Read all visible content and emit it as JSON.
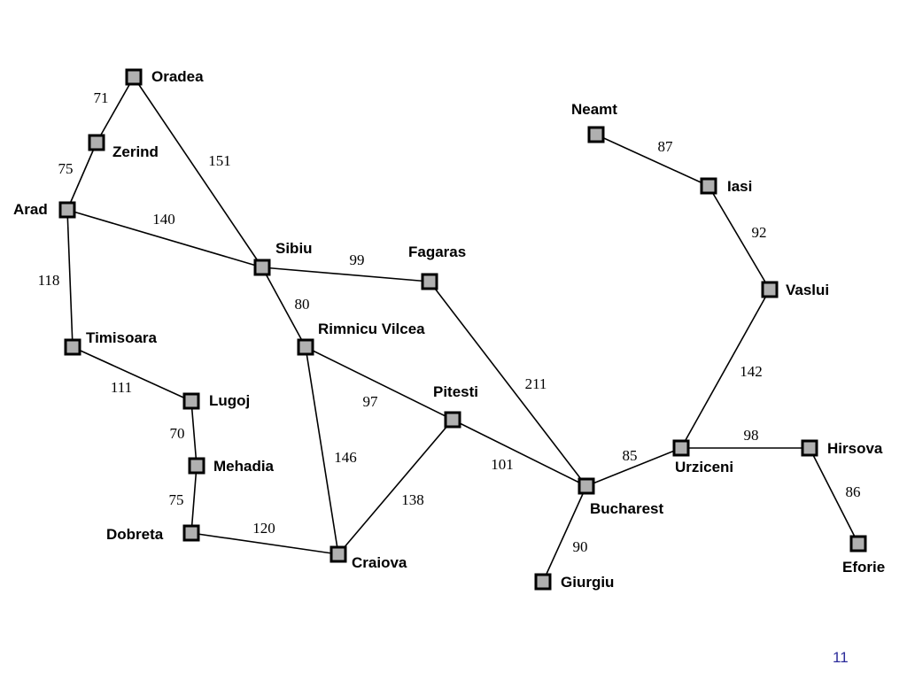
{
  "colors": {
    "node_fill": "#b0b0b0",
    "line": "#000000",
    "page_number": "#2b2b9a"
  },
  "cities": [
    {
      "id": "oradea",
      "name": "Oradea"
    },
    {
      "id": "zerind",
      "name": "Zerind"
    },
    {
      "id": "arad",
      "name": "Arad"
    },
    {
      "id": "timisoara",
      "name": "Timisoara"
    },
    {
      "id": "lugoj",
      "name": "Lugoj"
    },
    {
      "id": "mehadia",
      "name": "Mehadia"
    },
    {
      "id": "dobreta",
      "name": "Dobreta"
    },
    {
      "id": "craiova",
      "name": "Craiova"
    },
    {
      "id": "sibiu",
      "name": "Sibiu"
    },
    {
      "id": "rimnicu",
      "name": "Rimnicu Vilcea"
    },
    {
      "id": "fagaras",
      "name": "Fagaras"
    },
    {
      "id": "pitesti",
      "name": "Pitesti"
    },
    {
      "id": "bucharest",
      "name": "Bucharest"
    },
    {
      "id": "giurgiu",
      "name": "Giurgiu"
    },
    {
      "id": "urziceni",
      "name": "Urziceni"
    },
    {
      "id": "hirsova",
      "name": "Hirsova"
    },
    {
      "id": "eforie",
      "name": "Eforie"
    },
    {
      "id": "vaslui",
      "name": "Vaslui"
    },
    {
      "id": "iasi",
      "name": "Iasi"
    },
    {
      "id": "neamt",
      "name": "Neamt"
    }
  ],
  "roads": [
    {
      "from": "oradea",
      "to": "zerind",
      "distance": "71"
    },
    {
      "from": "zerind",
      "to": "arad",
      "distance": "75"
    },
    {
      "from": "oradea",
      "to": "sibiu",
      "distance": "151"
    },
    {
      "from": "arad",
      "to": "sibiu",
      "distance": "140"
    },
    {
      "from": "arad",
      "to": "timisoara",
      "distance": "118"
    },
    {
      "from": "timisoara",
      "to": "lugoj",
      "distance": "111"
    },
    {
      "from": "lugoj",
      "to": "mehadia",
      "distance": "70"
    },
    {
      "from": "mehadia",
      "to": "dobreta",
      "distance": "75"
    },
    {
      "from": "dobreta",
      "to": "craiova",
      "distance": "120"
    },
    {
      "from": "sibiu",
      "to": "fagaras",
      "distance": "99"
    },
    {
      "from": "sibiu",
      "to": "rimnicu",
      "distance": "80"
    },
    {
      "from": "rimnicu",
      "to": "pitesti",
      "distance": "97"
    },
    {
      "from": "rimnicu",
      "to": "craiova",
      "distance": "146"
    },
    {
      "from": "craiova",
      "to": "pitesti",
      "distance": "138"
    },
    {
      "from": "fagaras",
      "to": "bucharest",
      "distance": "211"
    },
    {
      "from": "pitesti",
      "to": "bucharest",
      "distance": "101"
    },
    {
      "from": "bucharest",
      "to": "giurgiu",
      "distance": "90"
    },
    {
      "from": "bucharest",
      "to": "urziceni",
      "distance": "85"
    },
    {
      "from": "urziceni",
      "to": "hirsova",
      "distance": "98"
    },
    {
      "from": "hirsova",
      "to": "eforie",
      "distance": "86"
    },
    {
      "from": "urziceni",
      "to": "vaslui",
      "distance": "142"
    },
    {
      "from": "vaslui",
      "to": "iasi",
      "distance": "92"
    },
    {
      "from": "iasi",
      "to": "neamt",
      "distance": "87"
    }
  ],
  "page_number": "11"
}
